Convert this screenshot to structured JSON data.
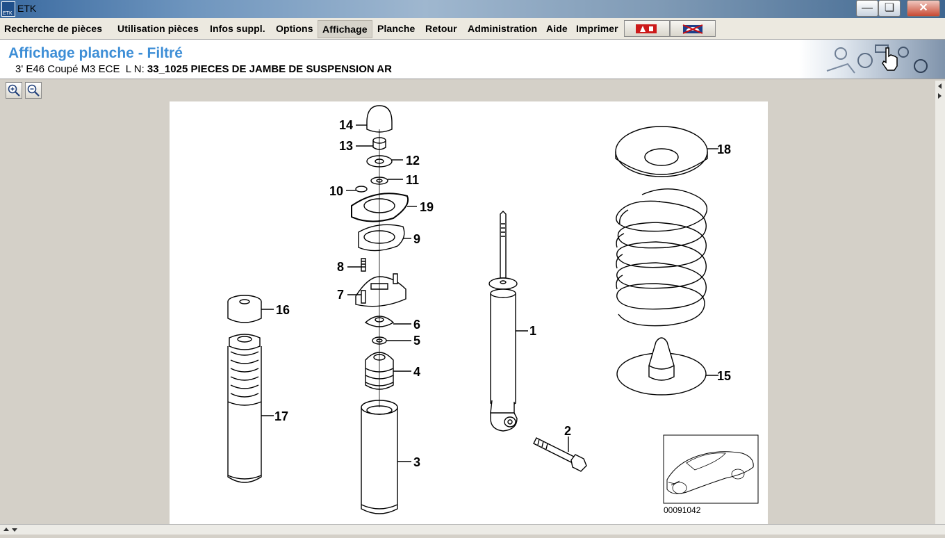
{
  "window": {
    "title": "ETK",
    "app_icon_text": "ETK"
  },
  "menu": [
    {
      "label": "Recherche de pièces"
    },
    {
      "label": "Utilisation pièces"
    },
    {
      "label": "Infos suppl."
    },
    {
      "label": "Options"
    },
    {
      "label": "Affichage",
      "active": true
    },
    {
      "label": "Planche"
    },
    {
      "label": "Retour"
    },
    {
      "label": "Administration"
    },
    {
      "label": "Aide"
    },
    {
      "label": "Imprimer"
    }
  ],
  "toolbar_icons": [
    "warning-flag-icon",
    "car-crossed-icon"
  ],
  "header": {
    "title": "Affichage planche - Filtré",
    "vehicle": "3' E46 Coupé M3 ECE  L N: ",
    "group": "33_1025 PIECES DE JAMBE DE SUSPENSION AR"
  },
  "diagram": {
    "callouts": [
      "1",
      "2",
      "3",
      "4",
      "5",
      "6",
      "7",
      "8",
      "9",
      "10",
      "11",
      "12",
      "13",
      "14",
      "15",
      "16",
      "17",
      "18",
      "19"
    ],
    "image_number": "00091042"
  },
  "colors": {
    "title_blue": "#3d8ed6",
    "menu_bg": "#ece9e0"
  }
}
